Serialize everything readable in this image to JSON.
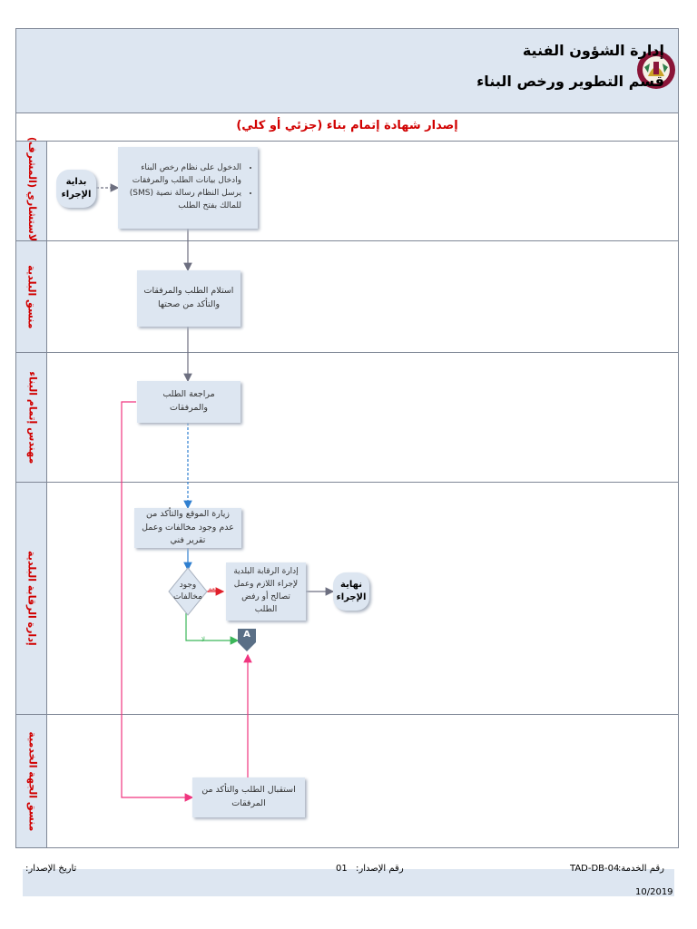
{
  "header": {
    "department": "إدارة الشؤون الفنية",
    "section": "قسم التطوير ورخص البناء"
  },
  "title": "إصدار شهادة إتمام بناء (جزئي أو كلي)",
  "lanes": [
    {
      "label": "الاستشاري (المشرف)"
    },
    {
      "label": "منسق البلدية"
    },
    {
      "label": "مهندس إتمام البناء"
    },
    {
      "label": "إدارة الرقابة البلدية"
    },
    {
      "label": "منسق الجهة الخدمية"
    }
  ],
  "steps": {
    "start": "بداية الإجراء",
    "submit_b1": "الدخول على نظام رخص البناء وادخال بيانات الطلب والمرفقات",
    "submit_b2": "يرسل النظام رسالة نصية (SMS) للمالك بفتح الطلب",
    "receive": "استلام الطلب والمرفقات والتأكد من صحتها",
    "review": "مراجعة الطلب والمرفقات",
    "visit": "زيارة الموقع والتأكد من عدم وجود مخالفات وعمل تقرير فني",
    "decision": "وجود مخالفات",
    "enforce": "إدارة الرقابة البلدية لإجراء اللازم وعمل تصالح أو رفض الطلب",
    "end": "نهاية الإجراء",
    "service_receive": "استقبال الطلب والتأكد من المرفقات",
    "connector": "A",
    "yes_label": "نعم",
    "no_label": "لا"
  },
  "footer": {
    "service_no_label": "رقم الخدمة:",
    "service_no": "TAD-DB-04",
    "version_label": "رقم الإصدار:",
    "version": "01",
    "date_label": "تاريخ الإصدار:",
    "date": "10/2019"
  },
  "colors": {
    "header_bg": "#dde6f1",
    "title": "#d10000",
    "gray_arrow": "#6d6f80",
    "blue_arrow": "#2f7fd0",
    "red_arrow": "#e0202a",
    "green_arrow": "#3cb75a",
    "pink_arrow": "#f0357f"
  }
}
